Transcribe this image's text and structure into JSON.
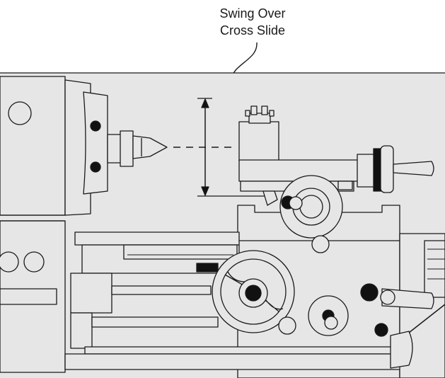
{
  "callout": {
    "line1": "Swing Over",
    "line2": "Cross Slide"
  },
  "colors": {
    "machine_fill": "#e6e6e6",
    "outline": "#1a1a1a",
    "dark_fill": "#111111",
    "background": "#ffffff"
  },
  "icons": {
    "dimension_marker": "double-arrow-vertical",
    "leader": "curved-leader-line"
  }
}
